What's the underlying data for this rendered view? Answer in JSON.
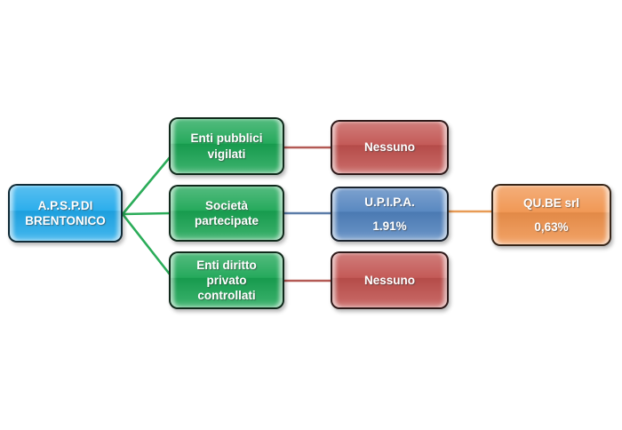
{
  "diagram": {
    "nodes": {
      "root": {
        "lines": [
          "A.P.S.P.DI",
          "BRENTONICO"
        ],
        "fill": "#1FA9EB"
      },
      "enti_pubblici": {
        "lines": [
          "Enti pubblici",
          "vigilati"
        ],
        "fill": "#18A452"
      },
      "societa": {
        "lines": [
          "Società",
          "partecipate"
        ],
        "fill": "#18A452"
      },
      "enti_diritto": {
        "lines": [
          "Enti diritto",
          "privato",
          "controllati"
        ],
        "fill": "#18A452"
      },
      "nessuno_top": {
        "lines": [
          "Nessuno"
        ],
        "fill": "#C0504D"
      },
      "upipa": {
        "lines": [
          "U.P.I.P.A.",
          "1.91%"
        ],
        "fill": "#4F81BD"
      },
      "nessuno_bottom": {
        "lines": [
          "Nessuno"
        ],
        "fill": "#C0504D"
      },
      "qube": {
        "lines": [
          "QU.BE srl",
          "0,63%"
        ],
        "fill": "#F0924B"
      }
    },
    "connector_colors": {
      "green": "#2BAC59",
      "red": "#B35A55",
      "blue": "#5B7CA8",
      "orange": "#E89B55"
    }
  }
}
